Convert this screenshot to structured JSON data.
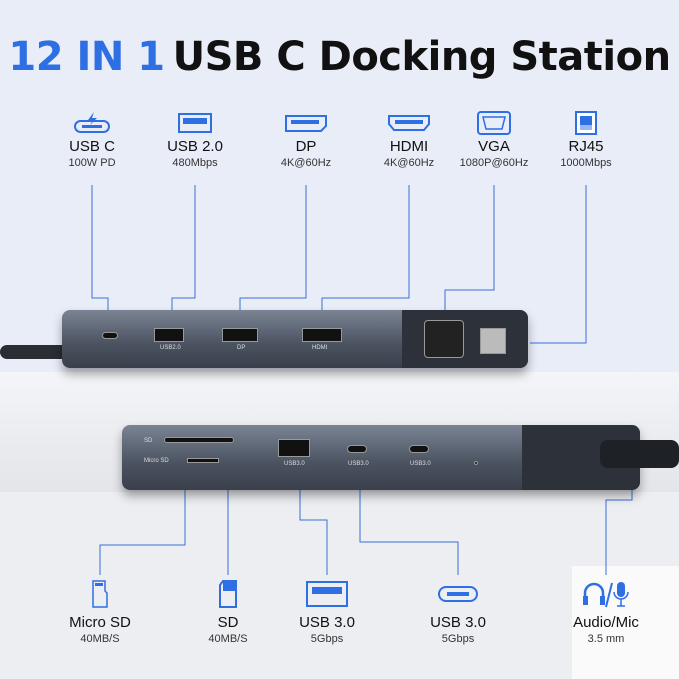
{
  "title": {
    "highlight": "12 IN 1",
    "rest": "USB C Docking Station"
  },
  "colors": {
    "accent": "#2e6fe3",
    "background": "#e9edf8",
    "device": "#4a5260"
  },
  "top_ports": [
    {
      "icon": "usb-c-power-icon",
      "name": "USB C",
      "spec": "100W PD"
    },
    {
      "icon": "usb-a-icon",
      "name": "USB 2.0",
      "spec": "480Mbps"
    },
    {
      "icon": "displayport-icon",
      "name": "DP",
      "spec": "4K@60Hz"
    },
    {
      "icon": "hdmi-icon",
      "name": "HDMI",
      "spec": "4K@60Hz"
    },
    {
      "icon": "vga-icon",
      "name": "VGA",
      "spec": "1080P@60Hz"
    },
    {
      "icon": "ethernet-icon",
      "name": "RJ45",
      "spec": "1000Mbps"
    }
  ],
  "bottom_ports": [
    {
      "icon": "micro-sd-icon",
      "name": "Micro SD",
      "spec": "40MB/S"
    },
    {
      "icon": "sd-card-icon",
      "name": "SD",
      "spec": "40MB/S"
    },
    {
      "icon": "usb-a-icon",
      "name": "USB 3.0",
      "spec": "5Gbps"
    },
    {
      "icon": "usb-c-icon",
      "name": "USB 3.0",
      "spec": "5Gbps"
    },
    {
      "icon": "headphone-mic-icon",
      "name": "Audio/Mic",
      "spec": "3.5 mm"
    }
  ],
  "device_labels": {
    "usb2": "USB2.0",
    "dp": "DP",
    "hdmi": "HDMI",
    "sd": "SD",
    "microsd": "Micro SD",
    "usb3a": "USB3.0",
    "usb3c1": "USB3.0",
    "usb3c2": "USB3.0"
  }
}
